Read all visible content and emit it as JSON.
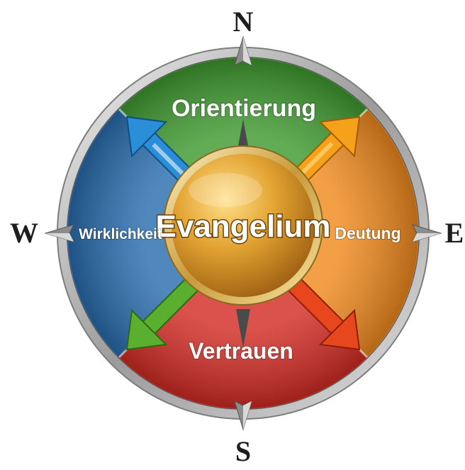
{
  "compass": {
    "north": "N",
    "south": "S",
    "east": "E",
    "west": "W"
  },
  "center": {
    "label": "Evangelium",
    "color": "#d9951e"
  },
  "segments": {
    "top": {
      "label": "Orientierung",
      "color": "#3f9a30"
    },
    "right": {
      "label": "Deutung",
      "color": "#f08a1e"
    },
    "bottom": {
      "label": "Vertrauen",
      "color": "#d32b24"
    },
    "left": {
      "label": "Wirklichkeit",
      "color": "#2a6eb0"
    }
  },
  "arrows": {
    "north_west": {
      "icon": "arrow-northwest-icon",
      "color": "#2a8fd8"
    },
    "north_east": {
      "icon": "arrow-northeast-icon",
      "color": "#f5a21a"
    },
    "south_east": {
      "icon": "arrow-southeast-icon",
      "color": "#e8461c"
    },
    "south_west": {
      "icon": "arrow-southwest-icon",
      "color": "#5ab02e"
    }
  }
}
